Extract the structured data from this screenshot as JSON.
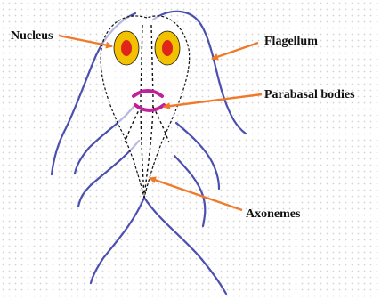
{
  "labels": {
    "nucleus": "Nucleus",
    "flagellum": "Flagellum",
    "parabasal_bodies": "Parabasal bodies",
    "axonemes": "Axonemes"
  },
  "colors": {
    "flagella": "#4a4fb0",
    "body_outline": "#111111",
    "nucleus_ring": "#f2c200",
    "nucleus_core": "#e0251b",
    "parabasal": "#c0209a",
    "arrows": "#f07a2a",
    "background_dots": "#d4d4d4"
  }
}
